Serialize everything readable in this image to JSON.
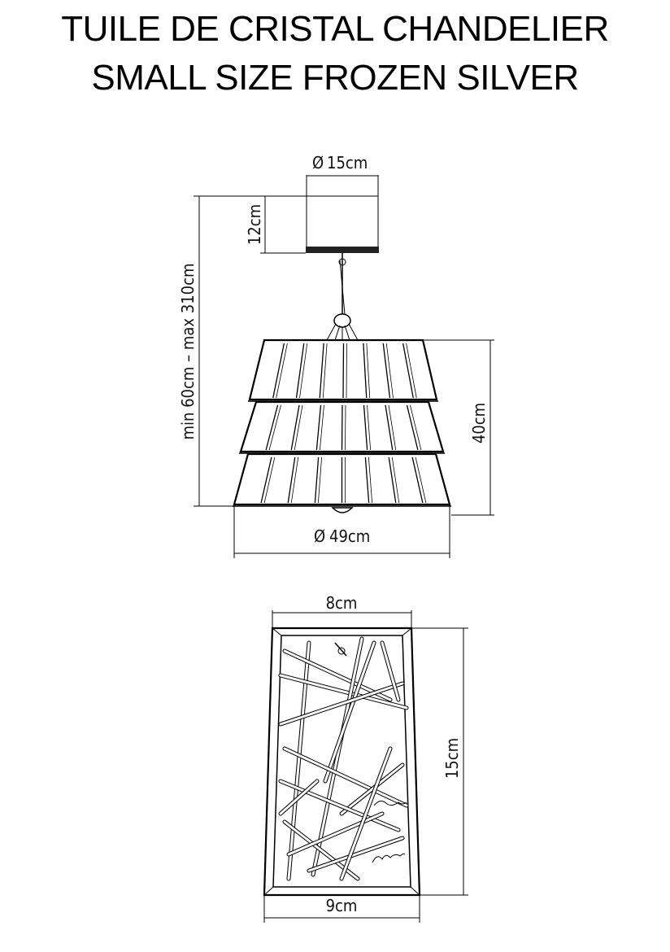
{
  "title": {
    "line1": "TUILE DE CRISTAL CHANDELIER",
    "line2": "SMALL SIZE FROZEN SILVER"
  },
  "chandelier": {
    "canopy_diameter": "15cm",
    "canopy_height": "12cm",
    "overall_height": "min  60cm  –  max  310cm",
    "shade_height": "40cm",
    "shade_diameter": "49cm",
    "diameter_symbol": "Ø"
  },
  "tile": {
    "top_width": "8cm",
    "height": "15cm",
    "bottom_width": "9cm"
  }
}
